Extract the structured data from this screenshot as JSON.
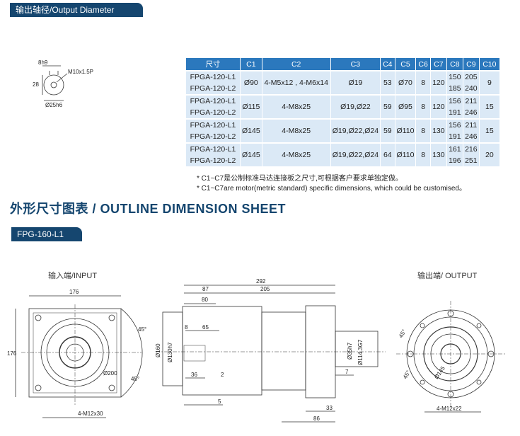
{
  "header": {
    "output_diameter_label": "输出轴径/Output Diameter"
  },
  "shaft_diagram": {
    "key_width": "8h9",
    "thread": "M10x1.5P",
    "height": "28",
    "diameter": "Ø25h6"
  },
  "table": {
    "headers": [
      "尺寸",
      "C1",
      "C2",
      "C3",
      "C4",
      "C5",
      "C6",
      "C7",
      "C8",
      "C9",
      "C10"
    ],
    "groups": [
      {
        "models": [
          "FPGA-120-L1",
          "FPGA-120-L2"
        ],
        "c1": "Ø90",
        "c2": "4-M5x12 , 4-M6x14",
        "c3": "Ø19",
        "c4": "53",
        "c5": "Ø70",
        "c6": "8",
        "c7": "120",
        "c8": [
          "150",
          "185"
        ],
        "c9": [
          "205",
          "240"
        ],
        "c10": "9"
      },
      {
        "models": [
          "FPGA-120-L1",
          "FPGA-120-L2"
        ],
        "c1": "Ø115",
        "c2": "4-M8x25",
        "c3": "Ø19,Ø22",
        "c4": "59",
        "c5": "Ø95",
        "c6": "8",
        "c7": "120",
        "c8": [
          "156",
          "191"
        ],
        "c9": [
          "211",
          "246"
        ],
        "c10": "15"
      },
      {
        "models": [
          "FPGA-120-L1",
          "FPGA-120-L2"
        ],
        "c1": "Ø145",
        "c2": "4-M8x25",
        "c3": "Ø19,Ø22,Ø24",
        "c4": "59",
        "c5": "Ø110",
        "c6": "8",
        "c7": "130",
        "c8": [
          "156",
          "191"
        ],
        "c9": [
          "211",
          "246"
        ],
        "c10": "15"
      },
      {
        "models": [
          "FPGA-120-L1",
          "FPGA-120-L2"
        ],
        "c1": "Ø145",
        "c2": "4-M8x25",
        "c3": "Ø19,Ø22,Ø24",
        "c4": "64",
        "c5": "Ø110",
        "c6": "8",
        "c7": "130",
        "c8": [
          "161",
          "196"
        ],
        "c9": [
          "216",
          "251"
        ],
        "c10": "20"
      }
    ]
  },
  "notes": {
    "cn": "* C1~C7是公制标准马达连接板之尺寸,可根据客户要求单独定做。",
    "en": "* C1~C7are motor(metric standard)  specific dimensions, which could be customised。"
  },
  "outline": {
    "title": "外形尺寸图表 / OUTLINE DIMENSION SHEET",
    "model_tag": "FPG-160-L1",
    "input_label": "输入端/INPUT",
    "output_label": "输出端/ OUTPUT"
  },
  "input_view": {
    "width": "176",
    "height": "176",
    "angle_a": "45°",
    "angle_b": "45°",
    "pcd": "Ø200",
    "holes": "4-M12x30"
  },
  "side_view": {
    "d292": "292",
    "d87": "87",
    "d205": "205",
    "d80": "80",
    "d8": "8",
    "d65": "65",
    "d36": "36",
    "d2": "2",
    "d5": "5",
    "d7": "7",
    "d33": "33",
    "d86": "86",
    "dia160": "Ø160",
    "dia130": "Ø130h7",
    "dia35": "Ø35h7",
    "dia114": "Ø114.3G7"
  },
  "output_view": {
    "angle_a": "45°",
    "angle_b": "45°",
    "pcd": "Ø145",
    "holes": "4-M12x22"
  }
}
